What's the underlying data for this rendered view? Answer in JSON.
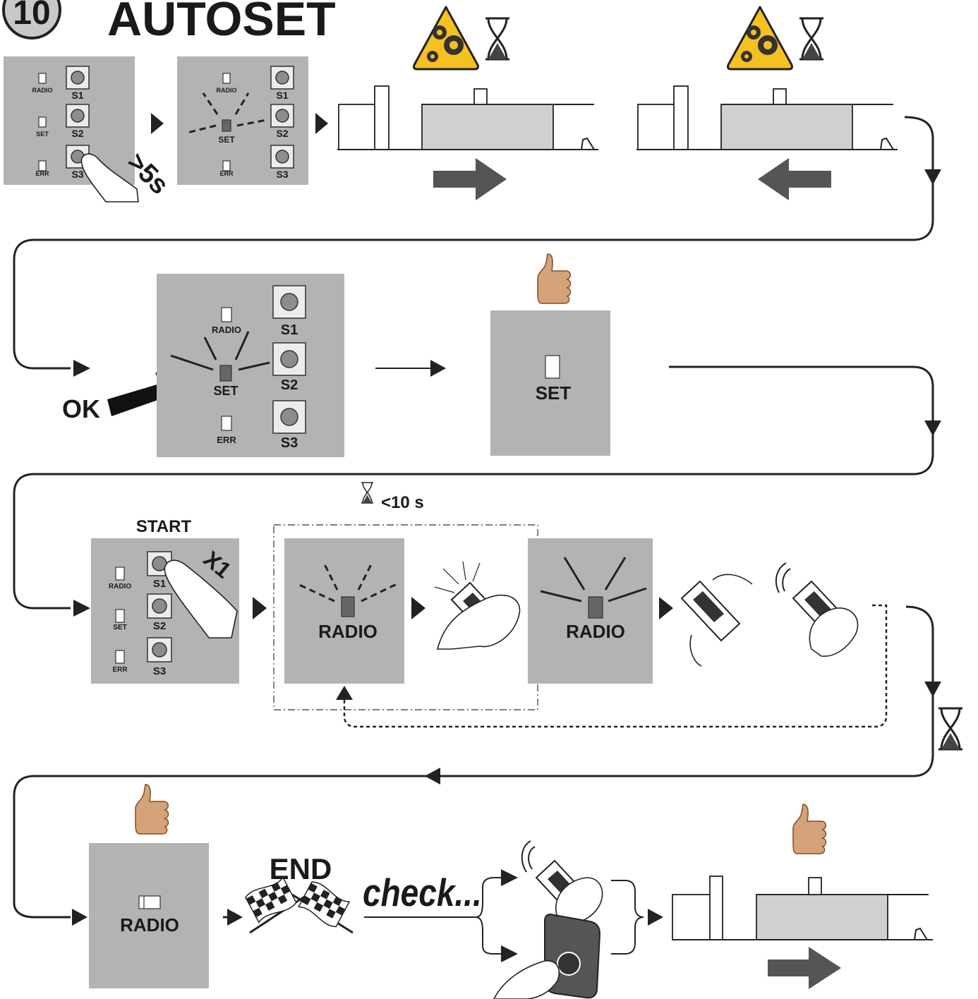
{
  "step_number": "10",
  "title": "AUTOSET",
  "leds": {
    "radio": "RADIO",
    "set": "SET",
    "err": "ERR"
  },
  "buttons": {
    "s1": "S1",
    "s2": "S2",
    "s3": "S3"
  },
  "press_duration": ">5s",
  "ok_label": "OK",
  "start_label": "START",
  "press_count": "X1",
  "timer_label": "<10 s",
  "end_label": "END",
  "check_label": "check...",
  "icons": {
    "warning": "gears-warning-icon",
    "timer": "hourglass-icon",
    "approval": "thumbs-up-icon",
    "finish": "checkered-flags-icon",
    "remote": "remote-control-icon",
    "keypad": "wall-keypad-icon"
  },
  "colors": {
    "panel": "#b3b3b3",
    "warning": "#f5c022",
    "skin": "#d4a37a",
    "arrow": "#555555"
  }
}
